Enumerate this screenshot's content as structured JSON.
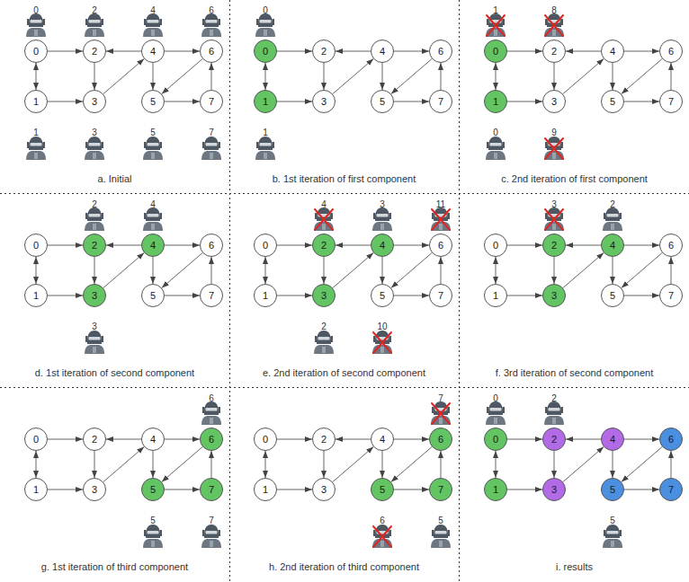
{
  "diagram": {
    "nodes": [
      {
        "text": [
          "a. Initial"
        ]
      },
      {
        "text": [
          "0"
        ],
        "in": 0
      },
      {
        "text": [
          "2"
        ],
        "in": 0
      },
      {
        "text": [
          "4"
        ],
        "in": 0
      },
      {
        "text": [
          "6"
        ],
        "in": 0
      },
      {
        "text": [
          "1"
        ],
        "in": 0
      },
      {
        "text": [
          "3"
        ],
        "in": 0
      },
      {
        "text": [
          "5"
        ],
        "in": 0
      },
      {
        "text": [
          "7"
        ],
        "in": 0
      },
      {
        "text": [
          "b. 1st iteration of first component"
        ]
      },
      {
        "text": [
          "0"
        ],
        "in": 9
      },
      {
        "text": [
          "2"
        ],
        "in": 9
      },
      {
        "text": [
          "4"
        ],
        "in": 9
      },
      {
        "text": [
          "6"
        ],
        "in": 9
      },
      {
        "text": [
          "1"
        ],
        "in": 9
      },
      {
        "text": [
          "3"
        ],
        "in": 9
      },
      {
        "text": [
          "5"
        ],
        "in": 9
      },
      {
        "text": [
          "7"
        ],
        "in": 9
      },
      {
        "text": [
          "c. 2nd iteration of first component"
        ]
      },
      {
        "text": [
          "0"
        ],
        "in": 18
      },
      {
        "text": [
          "2"
        ],
        "in": 18
      },
      {
        "text": [
          "4"
        ],
        "in": 18
      },
      {
        "text": [
          "6"
        ],
        "in": 18
      },
      {
        "text": [
          "1"
        ],
        "in": 18
      },
      {
        "text": [
          "3"
        ],
        "in": 18
      },
      {
        "text": [
          "5"
        ],
        "in": 18
      },
      {
        "text": [
          "7"
        ],
        "in": 18
      },
      {
        "text": [
          "d. 1st iteration of second component"
        ]
      },
      {
        "text": [
          "0"
        ],
        "in": 27
      },
      {
        "text": [
          "2"
        ],
        "in": 27
      },
      {
        "text": [
          "4"
        ],
        "in": 27
      },
      {
        "text": [
          "6"
        ],
        "in": 27
      },
      {
        "text": [
          "1"
        ],
        "in": 27
      },
      {
        "text": [
          "3"
        ],
        "in": 27
      },
      {
        "text": [
          "5"
        ],
        "in": 27
      },
      {
        "text": [
          "7"
        ],
        "in": 27
      },
      {
        "text": [
          "e. 2nd iteration of second component"
        ]
      },
      {
        "text": [
          "0"
        ],
        "in": 36
      },
      {
        "text": [
          "2"
        ],
        "in": 36
      },
      {
        "text": [
          "4"
        ],
        "in": 36
      },
      {
        "text": [
          "6"
        ],
        "in": 36
      },
      {
        "text": [
          "1"
        ],
        "in": 36
      },
      {
        "text": [
          "3"
        ],
        "in": 36
      },
      {
        "text": [
          "5"
        ],
        "in": 36
      },
      {
        "text": [
          "7"
        ],
        "in": 36
      },
      {
        "text": [
          "f. 3rd iteration of second component"
        ]
      },
      {
        "text": [
          "0"
        ],
        "in": 45
      },
      {
        "text": [
          "2"
        ],
        "in": 45
      },
      {
        "text": [
          "4"
        ],
        "in": 45
      },
      {
        "text": [
          "6"
        ],
        "in": 45
      },
      {
        "text": [
          "1"
        ],
        "in": 45
      },
      {
        "text": [
          "3"
        ],
        "in": 45
      },
      {
        "text": [
          "5"
        ],
        "in": 45
      },
      {
        "text": [
          "7"
        ],
        "in": 45
      },
      {
        "text": [
          "g. 1st iteration of third component"
        ]
      },
      {
        "text": [
          "0"
        ],
        "in": 54
      },
      {
        "text": [
          "2"
        ],
        "in": 54
      },
      {
        "text": [
          "4"
        ],
        "in": 54
      },
      {
        "text": [
          "6"
        ],
        "in": 54
      },
      {
        "text": [
          "1"
        ],
        "in": 54
      },
      {
        "text": [
          "3"
        ],
        "in": 54
      },
      {
        "text": [
          "5"
        ],
        "in": 54
      },
      {
        "text": [
          "7"
        ],
        "in": 54
      },
      {
        "text": [
          "h. 2nd iteration of third component"
        ]
      },
      {
        "text": [
          "0"
        ],
        "in": 63
      },
      {
        "text": [
          "2"
        ],
        "in": 63
      },
      {
        "text": [
          "4"
        ],
        "in": 63
      },
      {
        "text": [
          "6"
        ],
        "in": 63
      },
      {
        "text": [
          "1"
        ],
        "in": 63
      },
      {
        "text": [
          "3"
        ],
        "in": 63
      },
      {
        "text": [
          "5"
        ],
        "in": 63
      },
      {
        "text": [
          "7"
        ],
        "in": 63
      },
      {
        "text": [
          "i. results"
        ]
      },
      {
        "text": [
          "0"
        ],
        "in": 72
      },
      {
        "text": [
          "2"
        ],
        "in": 72
      },
      {
        "text": [
          "4"
        ],
        "in": 72
      },
      {
        "text": [
          "6"
        ],
        "in": 72
      },
      {
        "text": [
          "1"
        ],
        "in": 72
      },
      {
        "text": [
          "3"
        ],
        "in": 72
      },
      {
        "text": [
          "5"
        ],
        "in": 72
      },
      {
        "text": [
          "7"
        ],
        "in": 72
      }
    ],
    "edges": [
      {
        "from": 1,
        "to": 5,
        "arrow": "both"
      },
      {
        "from": 1,
        "to": 2,
        "arrow": "to"
      },
      {
        "from": 5,
        "to": 6,
        "arrow": "to"
      },
      {
        "from": 2,
        "to": 6,
        "arrow": "to"
      },
      {
        "from": 6,
        "to": 3,
        "arrow": "to"
      },
      {
        "from": 3,
        "to": 2,
        "arrow": "to"
      },
      {
        "from": 3,
        "to": 4,
        "arrow": "to"
      },
      {
        "from": 3,
        "to": 7,
        "arrow": "to"
      },
      {
        "from": 7,
        "to": 8,
        "arrow": "to"
      },
      {
        "from": 8,
        "to": 4,
        "arrow": "to"
      },
      {
        "from": 4,
        "to": 7,
        "arrow": "to"
      },
      {
        "from": 10,
        "to": 14,
        "arrow": "both"
      },
      {
        "from": 10,
        "to": 11,
        "arrow": "to"
      },
      {
        "from": 14,
        "to": 15,
        "arrow": "to"
      },
      {
        "from": 11,
        "to": 15,
        "arrow": "to"
      },
      {
        "from": 15,
        "to": 12,
        "arrow": "to"
      },
      {
        "from": 12,
        "to": 11,
        "arrow": "to"
      },
      {
        "from": 12,
        "to": 13,
        "arrow": "to"
      },
      {
        "from": 12,
        "to": 16,
        "arrow": "to"
      },
      {
        "from": 16,
        "to": 17,
        "arrow": "to"
      },
      {
        "from": 17,
        "to": 13,
        "arrow": "to"
      },
      {
        "from": 13,
        "to": 16,
        "arrow": "to"
      },
      {
        "from": 19,
        "to": 23,
        "arrow": "both"
      },
      {
        "from": 19,
        "to": 20,
        "arrow": "to"
      },
      {
        "from": 23,
        "to": 24,
        "arrow": "to"
      },
      {
        "from": 20,
        "to": 24,
        "arrow": "to"
      },
      {
        "from": 24,
        "to": 21,
        "arrow": "to"
      },
      {
        "from": 21,
        "to": 20,
        "arrow": "to"
      },
      {
        "from": 21,
        "to": 22,
        "arrow": "to"
      },
      {
        "from": 21,
        "to": 25,
        "arrow": "to"
      },
      {
        "from": 25,
        "to": 26,
        "arrow": "to"
      },
      {
        "from": 26,
        "to": 22,
        "arrow": "to"
      },
      {
        "from": 22,
        "to": 25,
        "arrow": "to"
      },
      {
        "from": 28,
        "to": 32,
        "arrow": "both"
      },
      {
        "from": 28,
        "to": 29,
        "arrow": "to"
      },
      {
        "from": 32,
        "to": 33,
        "arrow": "to"
      },
      {
        "from": 29,
        "to": 33,
        "arrow": "to"
      },
      {
        "from": 33,
        "to": 30,
        "arrow": "to"
      },
      {
        "from": 30,
        "to": 29,
        "arrow": "to"
      },
      {
        "from": 30,
        "to": 31,
        "arrow": "to"
      },
      {
        "from": 30,
        "to": 34,
        "arrow": "to"
      },
      {
        "from": 34,
        "to": 35,
        "arrow": "to"
      },
      {
        "from": 35,
        "to": 31,
        "arrow": "to"
      },
      {
        "from": 31,
        "to": 34,
        "arrow": "to"
      },
      {
        "from": 37,
        "to": 41,
        "arrow": "both"
      },
      {
        "from": 37,
        "to": 38,
        "arrow": "to"
      },
      {
        "from": 41,
        "to": 42,
        "arrow": "to"
      },
      {
        "from": 38,
        "to": 42,
        "arrow": "to"
      },
      {
        "from": 42,
        "to": 39,
        "arrow": "to"
      },
      {
        "from": 39,
        "to": 38,
        "arrow": "to"
      },
      {
        "from": 39,
        "to": 40,
        "arrow": "to"
      },
      {
        "from": 39,
        "to": 43,
        "arrow": "to"
      },
      {
        "from": 43,
        "to": 44,
        "arrow": "to"
      },
      {
        "from": 44,
        "to": 40,
        "arrow": "to"
      },
      {
        "from": 40,
        "to": 43,
        "arrow": "to"
      },
      {
        "from": 46,
        "to": 50,
        "arrow": "both"
      },
      {
        "from": 46,
        "to": 47,
        "arrow": "to"
      },
      {
        "from": 50,
        "to": 51,
        "arrow": "to"
      },
      {
        "from": 47,
        "to": 51,
        "arrow": "to"
      },
      {
        "from": 51,
        "to": 48,
        "arrow": "to"
      },
      {
        "from": 48,
        "to": 47,
        "arrow": "to"
      },
      {
        "from": 48,
        "to": 49,
        "arrow": "to"
      },
      {
        "from": 48,
        "to": 52,
        "arrow": "to"
      },
      {
        "from": 52,
        "to": 53,
        "arrow": "to"
      },
      {
        "from": 53,
        "to": 49,
        "arrow": "to"
      },
      {
        "from": 49,
        "to": 52,
        "arrow": "to"
      },
      {
        "from": 55,
        "to": 59,
        "arrow": "both"
      },
      {
        "from": 55,
        "to": 56,
        "arrow": "to"
      },
      {
        "from": 59,
        "to": 60,
        "arrow": "to"
      },
      {
        "from": 56,
        "to": 60,
        "arrow": "to"
      },
      {
        "from": 60,
        "to": 57,
        "arrow": "to"
      },
      {
        "from": 57,
        "to": 56,
        "arrow": "to"
      },
      {
        "from": 57,
        "to": 58,
        "arrow": "to"
      },
      {
        "from": 57,
        "to": 61,
        "arrow": "to"
      },
      {
        "from": 61,
        "to": 62,
        "arrow": "to"
      },
      {
        "from": 62,
        "to": 58,
        "arrow": "to"
      },
      {
        "from": 58,
        "to": 61,
        "arrow": "to"
      },
      {
        "from": 64,
        "to": 68,
        "arrow": "both"
      },
      {
        "from": 64,
        "to": 65,
        "arrow": "to"
      },
      {
        "from": 68,
        "to": 69,
        "arrow": "to"
      },
      {
        "from": 65,
        "to": 69,
        "arrow": "to"
      },
      {
        "from": 69,
        "to": 66,
        "arrow": "to"
      },
      {
        "from": 66,
        "to": 65,
        "arrow": "to"
      },
      {
        "from": 66,
        "to": 67,
        "arrow": "to"
      },
      {
        "from": 66,
        "to": 70,
        "arrow": "to"
      },
      {
        "from": 70,
        "to": 71,
        "arrow": "to"
      },
      {
        "from": 71,
        "to": 67,
        "arrow": "to"
      },
      {
        "from": 67,
        "to": 70,
        "arrow": "to"
      },
      {
        "from": 73,
        "to": 77,
        "arrow": "both"
      },
      {
        "from": 73,
        "to": 74,
        "arrow": "to"
      },
      {
        "from": 77,
        "to": 78,
        "arrow": "to"
      },
      {
        "from": 74,
        "to": 78,
        "arrow": "to"
      },
      {
        "from": 78,
        "to": 75,
        "arrow": "to"
      },
      {
        "from": 75,
        "to": 74,
        "arrow": "to"
      },
      {
        "from": 75,
        "to": 76,
        "arrow": "to"
      },
      {
        "from": 75,
        "to": 79,
        "arrow": "to"
      },
      {
        "from": 79,
        "to": 80,
        "arrow": "to"
      },
      {
        "from": 80,
        "to": 76,
        "arrow": "to"
      },
      {
        "from": 76,
        "to": 79,
        "arrow": "to"
      }
    ],
    "labels": [
      "0",
      "2",
      "4",
      "6",
      "1",
      "3",
      "5",
      "7",
      "0",
      "1",
      "1",
      "8",
      "0",
      "9",
      "2",
      "4",
      "3",
      "4",
      "3",
      "11",
      "2",
      "10",
      "3",
      "2",
      "6",
      "5",
      "7",
      "7",
      "6",
      "5",
      "0",
      "2",
      "5"
    ]
  }
}
